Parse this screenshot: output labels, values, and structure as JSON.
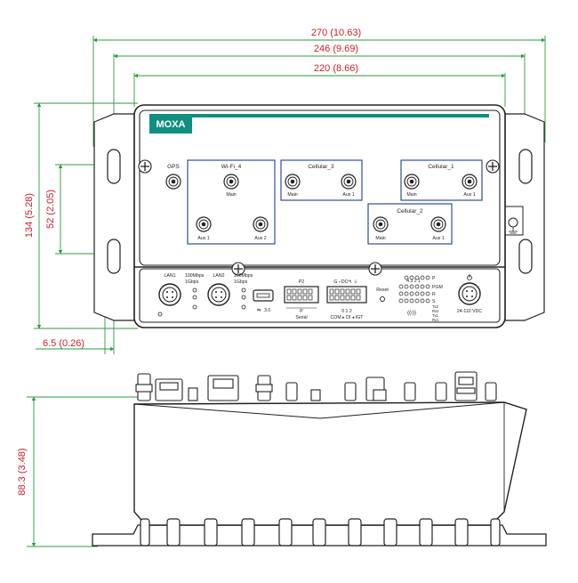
{
  "dimensions": {
    "width_270": "270 (10.63)",
    "width_246": "246 (9.69)",
    "width_220": "220 (8.66)",
    "height_134": "134 (5.28)",
    "height_52": "52 (2.05)",
    "offset_6_5": "6.5 (0.26)",
    "height_88_3": "88.3 (3.48)"
  },
  "brand": {
    "logo_text": "MOXA"
  },
  "antennas": {
    "gps": "GPS",
    "wifi_group": "Wi-Fi_4",
    "cell3_group": "Cellular_3",
    "cell1_group": "Cellular_1",
    "cell2_group": "Cellular_2",
    "main": "Main",
    "aux1": "Aux 1",
    "aux2": "Aux 2"
  },
  "ports": {
    "lan1": "LAN1",
    "lan2": "LAN2",
    "speed_100": "100Mbps",
    "speed_1g": "1Gbps",
    "usb": "3.0",
    "p2": "P2",
    "p": "P",
    "serial": "Serial",
    "dio_header": "G  ⌐DO↰  ⏚",
    "dio_numbers": "0  1  2",
    "dio_footer": "COM ▸ DI ◂ IGT",
    "reset": "Reset",
    "led_numbers": "4  3  2  1",
    "led_p": "P",
    "led_pgm": "PGM",
    "led_r": "R",
    "led_s": "S",
    "led_tx2": "Tx2",
    "led_rx2": "Rx2",
    "led_tx1": "Tx1",
    "led_rx1": "Rx1",
    "power": "24-110 VDC"
  },
  "colors": {
    "dimension": "#cc1f2a",
    "dimension_line": "#2a9d3c",
    "brand": "#0f8f80",
    "group_box": "#1c3f8c"
  }
}
